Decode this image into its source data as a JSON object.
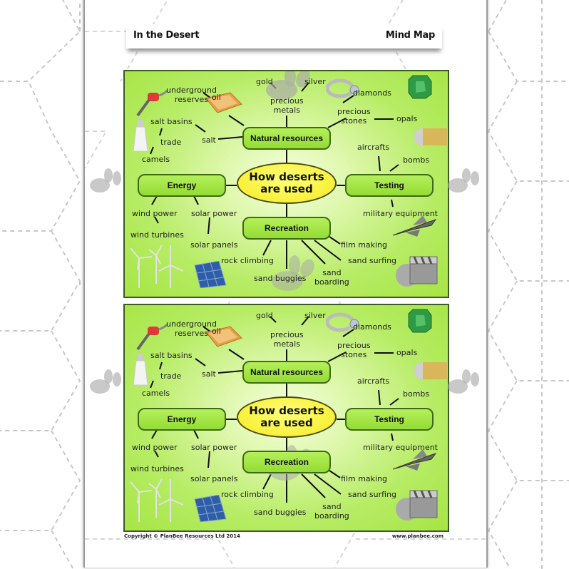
{
  "header": {
    "title": "In the Desert",
    "subtitle": "Mind Map"
  },
  "mind_map": {
    "center": {
      "line1": "How deserts",
      "line2": "are used"
    },
    "branches": {
      "natural_resources": "Natural resources",
      "energy": "Energy",
      "testing": "Testing",
      "recreation": "Recreation"
    },
    "labels": {
      "underground_reserves_1": "underground",
      "underground_reserves_2": "reserves",
      "oil": "oil",
      "gold": "gold",
      "silver": "silver",
      "precious_metals_1": "precious",
      "precious_metals_2": "metals",
      "diamonds": "diamonds",
      "precious_stones_1": "precious",
      "precious_stones_2": "stones",
      "opals": "opals",
      "salt_basins": "salt basins",
      "salt": "salt",
      "trade": "trade",
      "camels": "camels",
      "aircrafts": "aircrafts",
      "bombs": "bombs",
      "military_equipment": "military equipment",
      "wind_power": "wind power",
      "wind_turbines": "wind turbines",
      "solar_power": "solar power",
      "solar_panels": "solar panels",
      "rock_climbing": "rock climbing",
      "sand_buggies": "sand buggies",
      "sand_boarding_1": "sand",
      "sand_boarding_2": "boarding",
      "sand_surfing": "sand surfing",
      "film_making": "film making"
    },
    "pictures": [
      "fuel-nozzle",
      "gold-bar",
      "diamond-ring",
      "emerald-gem",
      "salt-shaker",
      "bullet",
      "wind-turbines",
      "solar-panel",
      "fighter-jet",
      "film-camera-clapperboard"
    ]
  },
  "footer": {
    "copyright": "Copyright © PlanBee Resources Ltd 2014",
    "website": "www.planbee.com"
  },
  "colors": {
    "card_green": "#a6e545",
    "node_green": "#94dc34",
    "center_yellow": "#f5ea1f",
    "border_dark": "#3d5a22"
  }
}
